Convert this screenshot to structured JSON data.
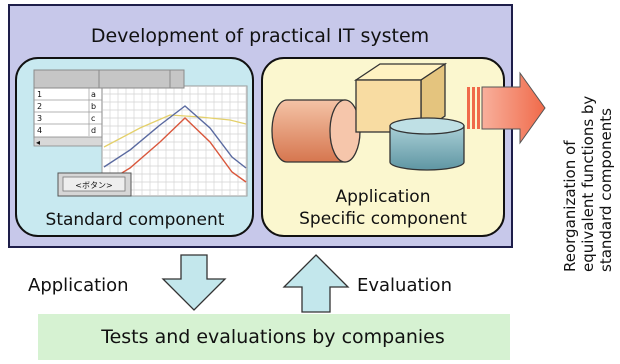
{
  "main_box": {
    "title": "Development of practical IT system"
  },
  "standard_panel": {
    "label": "Standard component",
    "grid_rows": [
      {
        "num": "1",
        "val": "a"
      },
      {
        "num": "2",
        "val": "b"
      },
      {
        "num": "3",
        "val": "c"
      },
      {
        "num": "4",
        "val": "d"
      }
    ],
    "button_label": "<ボタン>"
  },
  "specific_panel": {
    "label_line1": "Application",
    "label_line2": "Specific component"
  },
  "side_text": {
    "line1": "Reorganization of",
    "line2": "equivalent functions by",
    "line3": "standard components"
  },
  "flows": {
    "left_label": "Application",
    "right_label": "Evaluation"
  },
  "bottom_box": {
    "label": "Tests and evaluations by companies"
  },
  "colors": {
    "main_fill": "#c7c8ea",
    "standard_fill": "#c8e9f0",
    "specific_fill": "#fbf7cf",
    "bottom_fill": "#d6f2d2",
    "flow_arrow": "#c3e7ec",
    "reorg_arrow": "#f58a6e"
  }
}
